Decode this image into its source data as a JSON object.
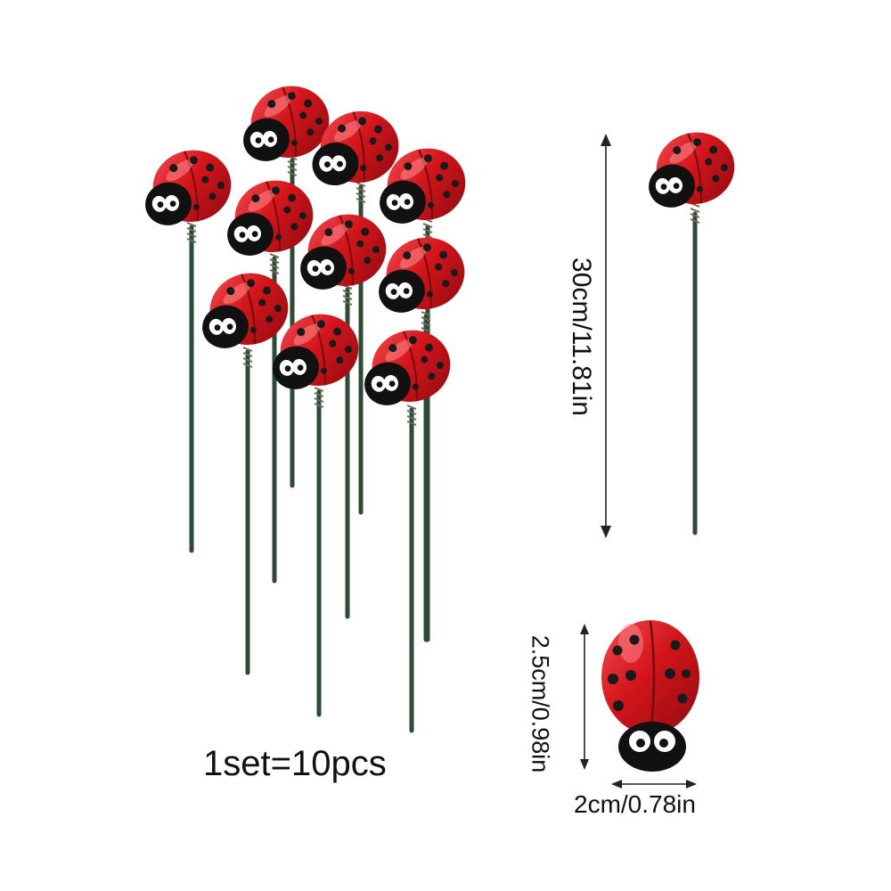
{
  "product": {
    "set_label": "1set=10pcs",
    "stake_length_label": "30cm/11.81in",
    "ladybug_height_label": "2.5cm/0.98in",
    "ladybug_width_label": "2cm/0.78in",
    "stake_count": 10
  },
  "colors": {
    "shell_red": "#d4151c",
    "shell_highlight": "#f5575c",
    "head_black": "#111111",
    "spot_black": "#1a1a1a",
    "stake_green": "#2e4a36",
    "arrow_line": "#222222"
  },
  "icons": [
    "ladybug-icon",
    "garden-stake-icon",
    "dimension-arrow-icon"
  ]
}
